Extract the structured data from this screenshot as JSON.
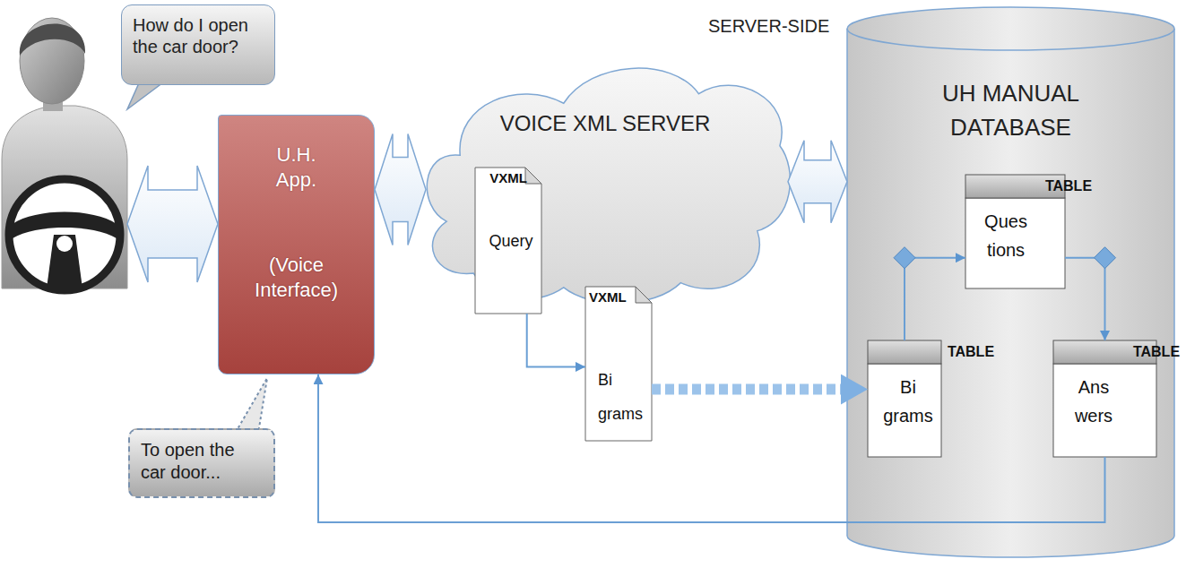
{
  "diagram": {
    "nodes": [
      {
        "text": [
          "How do I open the car door?"
        ]
      },
      {
        "text": [
          "U.H. App.",
          "(Voice Interface)"
        ]
      },
      {
        "text": [
          "VOICE XML SERVER"
        ]
      },
      {
        "text": [
          "VXML",
          "Query"
        ],
        "in": 2
      },
      {
        "text": [
          "VXML",
          "Bi grams"
        ]
      },
      {
        "text": [
          "UH MANUAL DATABASE"
        ]
      },
      {
        "text": [
          "TABLE",
          "Ques tions"
        ],
        "in": 5
      },
      {
        "text": [
          "TABLE",
          "Bi grams"
        ],
        "in": 5
      },
      {
        "text": [
          "TABLE",
          "Ans wers"
        ],
        "in": 5
      },
      {
        "text": [
          "To open the car door..."
        ]
      }
    ],
    "edges": [
      {
        "from": 1,
        "to": 2,
        "arrow": "both"
      },
      {
        "from": 2,
        "to": 5,
        "arrow": "both"
      },
      {
        "from": 3,
        "to": 4,
        "arrow": "to"
      },
      {
        "from": 4,
        "to": 7,
        "arrow": "to"
      },
      {
        "from": 7,
        "to": 6,
        "arrow": "to"
      },
      {
        "from": 6,
        "to": 8,
        "arrow": "to"
      },
      {
        "from": 8,
        "to": 1,
        "arrow": "to"
      }
    ],
    "labels": [
      "SERVER-SIDE"
    ]
  }
}
